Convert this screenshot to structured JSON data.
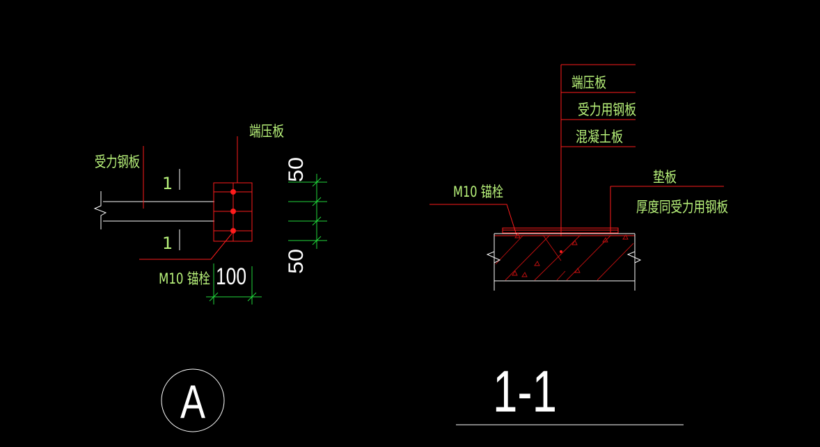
{
  "colors": {
    "background": "#000000",
    "leader_lines": "#ff1c1c",
    "labels": "#b8f27a",
    "dimensions": "#22d93c",
    "outline": "#ffffff"
  },
  "detail_a": {
    "label_end_plate": "端压板",
    "label_steel_plate": "受力钢板",
    "label_anchor": "M10 锚栓",
    "section_mark_top": "1",
    "section_mark_bottom": "1",
    "dim_spacing_top": "50",
    "dim_spacing_bottom": "50",
    "dim_width": "100",
    "symbol_letter": "A"
  },
  "section_1_1": {
    "label_end_plate": "端压板",
    "label_steel_plate": "受力用钢板",
    "label_concrete": "混凝土板",
    "label_anchor": "M10 锚栓",
    "label_pad": "垫板",
    "label_pad_note": "厚度同受力用钢板",
    "title": "1-1"
  }
}
